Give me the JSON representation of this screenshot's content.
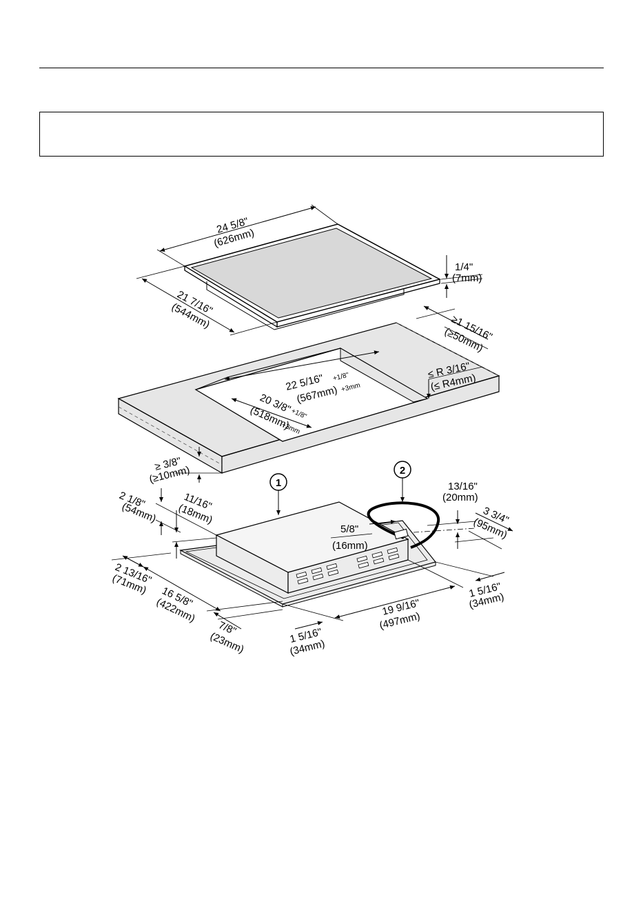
{
  "dimensions": {
    "width_top": [
      "24 5/8\"",
      "(626mm)"
    ],
    "depth_top": [
      "21 7/16\"",
      "(544mm)"
    ],
    "glass_thickness": [
      "1/4\"",
      "(7mm)"
    ],
    "min_back_distance": [
      "≥1 15/16\"",
      "(≥50mm)"
    ],
    "corner_radius": [
      "≤ R 3/16\"",
      "(≤ R4mm)"
    ],
    "cutout_width": [
      "22 5/16\"",
      "(567mm)"
    ],
    "cutout_width_tol": [
      "+1/8\"",
      "+3mm"
    ],
    "cutout_depth": [
      "20 3/8\"",
      "(518mm)"
    ],
    "cutout_depth_tol": [
      "+1/8\"",
      "+3mm"
    ],
    "min_worktop": [
      "≥ 3/8\"",
      "(≥10mm)"
    ],
    "unit_height": [
      "2 1/8\"",
      "(54mm)"
    ],
    "frame_height": [
      "11/16\"",
      "(18mm)"
    ],
    "cable_height": [
      "13/16\"",
      "(20mm)"
    ],
    "cable_depth": [
      "3 3/4\"",
      "(95mm)"
    ],
    "cable_offset": [
      "5/8\"",
      "(16mm)"
    ],
    "front_offset": [
      "2 13/16\"",
      "(71mm)"
    ],
    "unit_depth": [
      "16 5/8\"",
      "(422mm)"
    ],
    "front_edge": [
      "7/8\"",
      "(23mm)"
    ],
    "side_left": [
      "1 5/16\"",
      "(34mm)"
    ],
    "unit_width": [
      "19 9/16\"",
      "(497mm)"
    ],
    "side_right": [
      "1 5/16\"",
      "(34mm)"
    ]
  },
  "callouts": [
    "1",
    "2"
  ]
}
